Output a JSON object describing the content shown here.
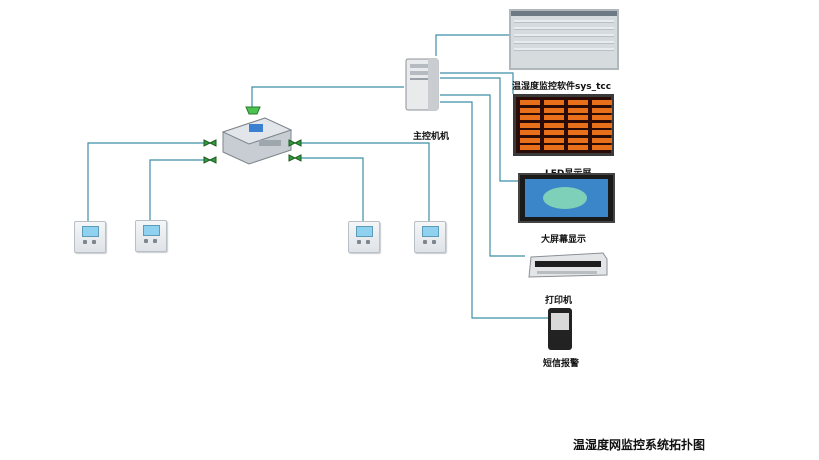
{
  "diagram": {
    "title": "温湿度网监控系统拓扑图",
    "nodes": {
      "monitor_software": "温湿度监控软件sys_tcc",
      "server": "主控机机",
      "led_display": "LED显示屏",
      "big_screen": "大屏幕显示",
      "printer": "打印机",
      "sms_alarm": "短信报警"
    }
  },
  "colors": {
    "wire": "#3d8fa8",
    "led": "#e8701a",
    "screen": "#3a86c8",
    "valve": "#2f9e3c"
  },
  "icons": [
    "server-icon",
    "controller-icon",
    "sensor-icon",
    "monitor-icon",
    "led-board-icon",
    "big-screen-icon",
    "printer-icon",
    "phone-icon",
    "valve-icon"
  ]
}
